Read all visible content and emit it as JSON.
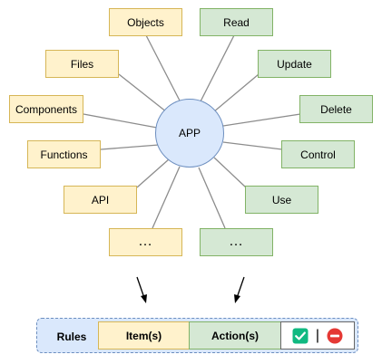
{
  "center": {
    "label": "APP"
  },
  "items": [
    {
      "label": "Objects"
    },
    {
      "label": "Files"
    },
    {
      "label": "Components"
    },
    {
      "label": "Functions"
    },
    {
      "label": "API"
    },
    {
      "label": "…"
    }
  ],
  "actions": [
    {
      "label": "Read"
    },
    {
      "label": "Update"
    },
    {
      "label": "Delete"
    },
    {
      "label": "Control"
    },
    {
      "label": "Use"
    },
    {
      "label": "…"
    }
  ],
  "rules": {
    "label": "Rules",
    "items_label": "Item(s)",
    "actions_label": "Action(s)",
    "separator": "|",
    "allow_icon": "green-check-icon",
    "deny_icon": "red-no-entry-icon"
  },
  "colors": {
    "item_fill": "#fff2cc",
    "item_border": "#d6b656",
    "action_fill": "#d5e8d4",
    "action_border": "#82b366",
    "app_fill": "#dae8fc",
    "app_border": "#6c8ebf",
    "allow": "#10b981",
    "deny": "#e53935"
  }
}
